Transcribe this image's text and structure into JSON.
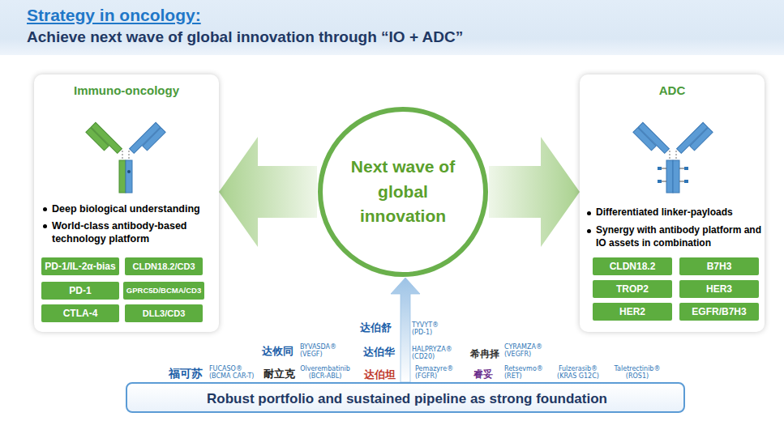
{
  "diagram": {
    "title": "Strategy in oncology:",
    "nodes": [
      {
        "text": [
          "Immuno-oncology",
          "Deep biological understanding",
          "World-class antibody-based technology platform"
        ]
      },
      {
        "text": [
          "PD-1/IL-2α-bias"
        ],
        "in": 0
      },
      {
        "text": [
          "CLDN18.2/CD3"
        ],
        "in": 0
      },
      {
        "text": [
          "PD-1"
        ],
        "in": 0
      },
      {
        "text": [
          "GPRC5D/BCMA/CD3"
        ],
        "in": 0
      },
      {
        "text": [
          "CTLA-4"
        ],
        "in": 0
      },
      {
        "text": [
          "DLL3/CD3"
        ],
        "in": 0
      },
      {
        "text": [
          "Next wave of global innovation"
        ]
      },
      {
        "text": [
          "ADC",
          "Differentiated linker-payloads",
          "Synergy with antibody platform and IO assets in combination"
        ]
      },
      {
        "text": [
          "CLDN18.2"
        ],
        "in": 8
      },
      {
        "text": [
          "B7H3"
        ],
        "in": 8
      },
      {
        "text": [
          "TROP2"
        ],
        "in": 8
      },
      {
        "text": [
          "HER3"
        ],
        "in": 8
      },
      {
        "text": [
          "HER2"
        ],
        "in": 8
      },
      {
        "text": [
          "EGFR/B7H3"
        ],
        "in": 8
      },
      {
        "text": [
          "Robust portfolio and sustained pipeline as strong foundation"
        ]
      }
    ],
    "edges": [
      {
        "from": 7,
        "to": 0,
        "arrow": "to"
      },
      {
        "from": 7,
        "to": 8,
        "arrow": "to"
      },
      {
        "from": 15,
        "to": 7,
        "arrow": "to"
      }
    ],
    "labels": [
      "Achieve next wave of global innovation through “IO + ADC”",
      "达伯舒",
      "TYVYT® (PD-1)",
      "达攸同",
      "BYVASDA® (VEGF)",
      "达伯华",
      "HALPRYZA® (CD20)",
      "希冉择",
      "CYRAMZA® (VEGFR)",
      "福可苏",
      "FUCASO® (BCMA CAR-T)",
      "耐立克",
      "Olverembatinib (BCR-ABL)",
      "达伯坦",
      "Pemazyre® (FGFR)",
      "睿妥",
      "Retsevmo® (RET)",
      "Fulzerasib® (KRAS G12C)",
      "Taletrectinib® (ROS1)"
    ]
  }
}
